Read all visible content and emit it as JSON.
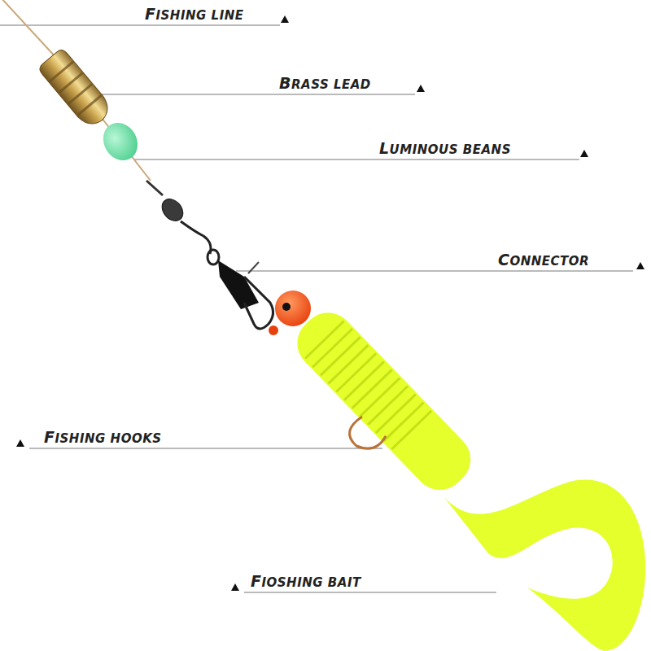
{
  "diagram": {
    "labels": [
      "FISHING LINE",
      "BRASS LEAD",
      "LUMINOUS BEANS",
      "CONNECTOR",
      "FISHING HOOKS",
      "FIOSHING BAIT"
    ]
  }
}
